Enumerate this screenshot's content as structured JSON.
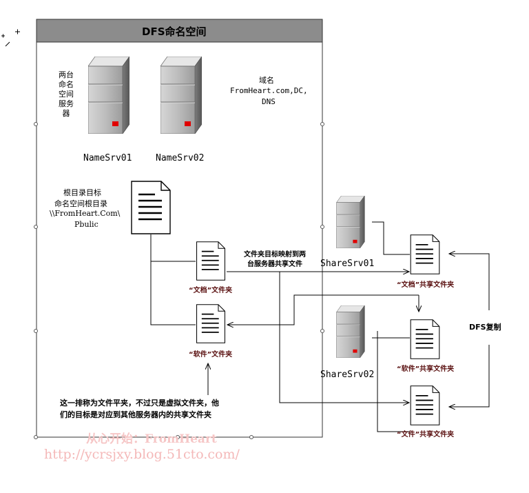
{
  "namespace": {
    "title": "DFS命名空间",
    "ns_servers_label": "两台命名空间服务器",
    "domain_label": "域名",
    "domain_value": "FromHeart.com,DC,",
    "domain_dns": "DNS",
    "server1": "NameSrv01",
    "server2": "NameSrv02",
    "root_line1": "根目录目标",
    "root_line2": "命名空间根目录",
    "root_line3": "\\\\FromHeart.Com\\",
    "root_line4": "Pbulic",
    "folder_docs": "“文档”文件夹",
    "folder_soft": "“软件”文件夹",
    "note_line1": "这一排称为文件平夹，不过只是虚拟文件夹，他",
    "note_line2": "们的目标是对应到其他服务器内的共享文件夹"
  },
  "targets": {
    "mapping_line1": "文件夹目标映射到两",
    "mapping_line2": "台服务器共享文件",
    "share1": "ShareSrv01",
    "share2": "ShareSrv02",
    "share_docs": "“文档”共享文件夹",
    "share_soft": "“软件”共享文件夹",
    "share_files": "“文件”共享文件夹",
    "replication": "DFS复制"
  },
  "watermark": {
    "line1": "从心开始：FromHeart",
    "line2": "http://ycrsjxy.blog.51cto.com/"
  },
  "colors": {
    "title_bar": "#8c8c8c",
    "server_body": "#b4b4b4",
    "led": "#e00000",
    "caption": "#5a1010",
    "watermark": "#f4b8b8"
  }
}
